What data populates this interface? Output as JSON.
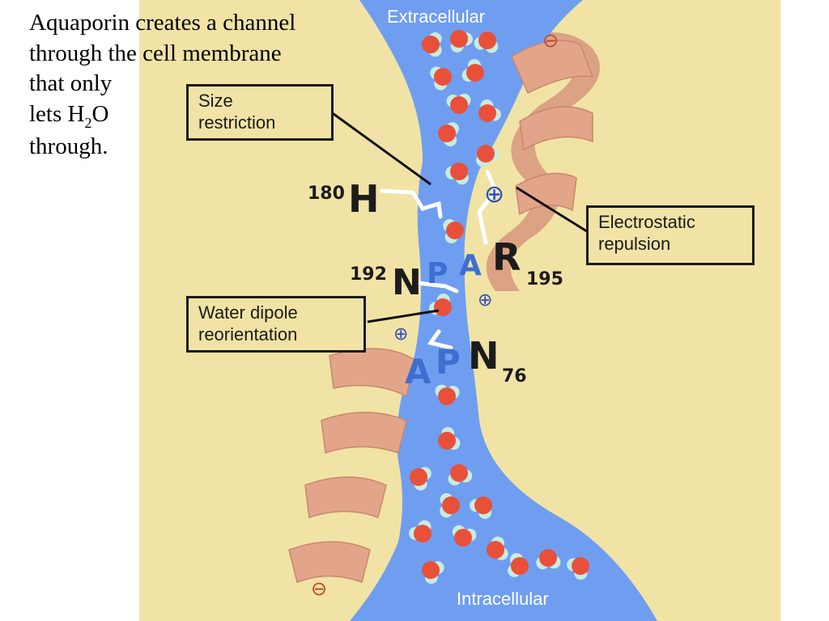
{
  "caption": {
    "line1": "Aquaporin creates a channel",
    "line2": "through the cell membrane",
    "line3": "that only",
    "line4_pre": "lets H",
    "line4_sub": "2",
    "line4_post": "O",
    "line5": "through."
  },
  "regions": {
    "top": "Extracellular",
    "bottom": "Intracellular"
  },
  "callouts": {
    "size_line1": "Size",
    "size_line2": "restriction",
    "electro_line1": "Electrostatic",
    "electro_line2": "repulsion",
    "dipole_line1": "Water dipole",
    "dipole_line2": "reorientation"
  },
  "residues": {
    "h_num": "180",
    "h_letter": "H",
    "n1_num": "192",
    "n1_letter": "N",
    "r_letter": "R",
    "r_num": "195",
    "n2_letter": "N",
    "n2_num": "76"
  },
  "motifs": {
    "upper": [
      "N",
      "P",
      "A"
    ],
    "lower": [
      "A",
      "P"
    ]
  },
  "symbols": {
    "plus": "⊕",
    "minus": "⊖"
  },
  "colors": {
    "background": "#f1e3a5",
    "channel": "#6f9ef0",
    "helix": "#e2a58a",
    "oxygen": "#e8503a",
    "hydrogen": "#c7ece0",
    "motif_text": "#3d6fd0"
  }
}
